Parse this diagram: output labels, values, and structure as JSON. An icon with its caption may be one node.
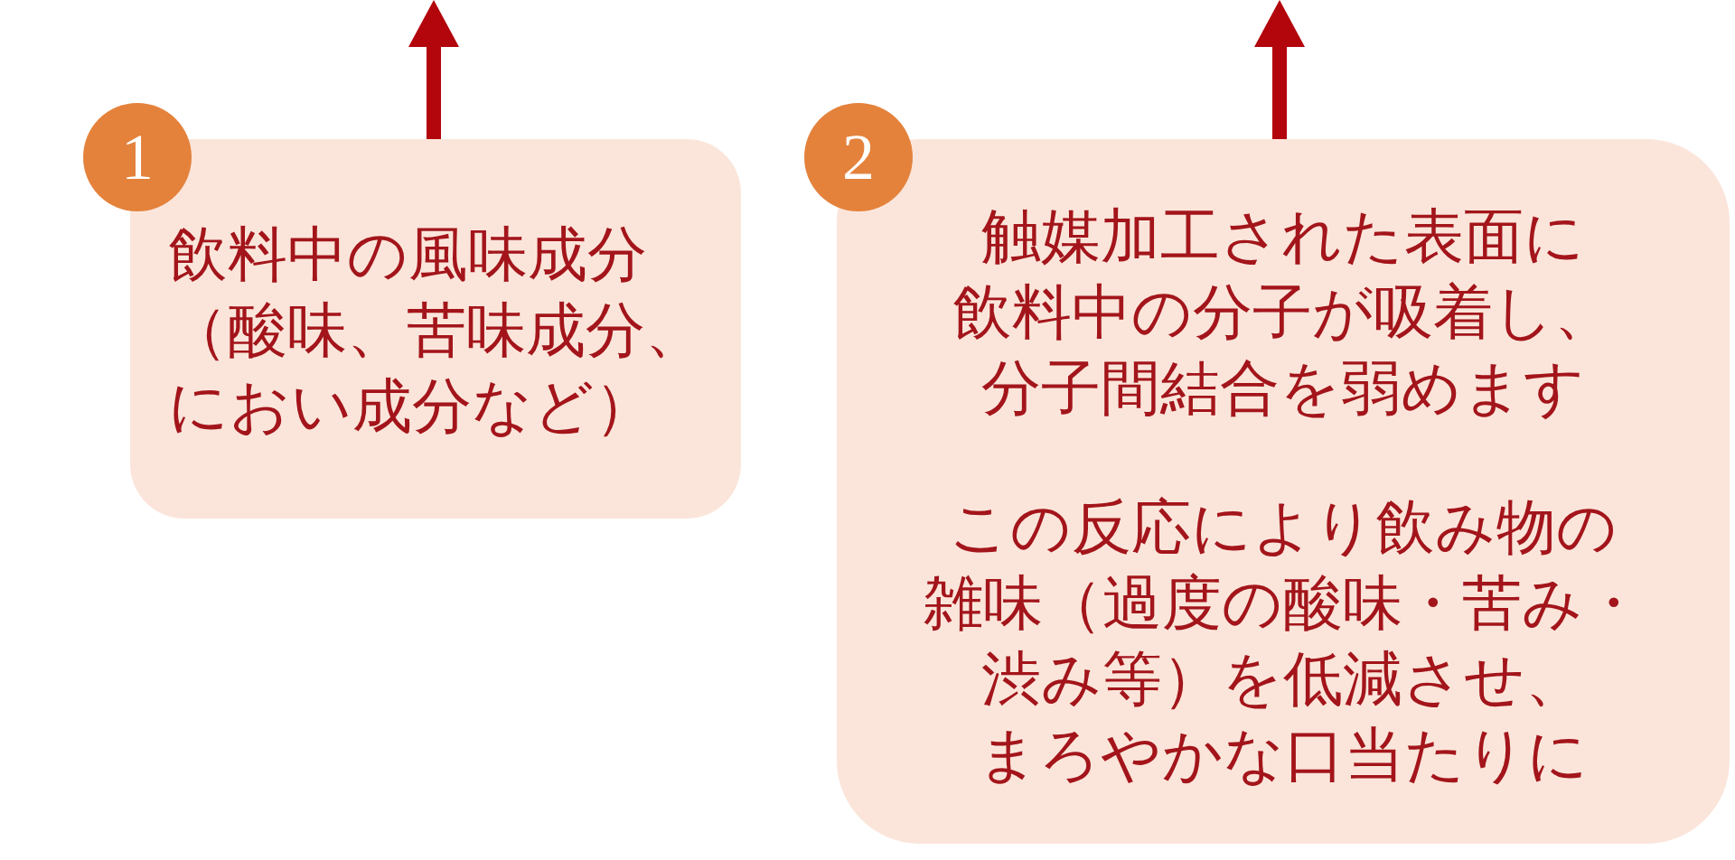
{
  "diagram": {
    "nodes": [
      {
        "text": [
          "1"
        ]
      },
      {
        "text": [
          "飲料中の風味成分（酸味、苦味成分、におい成分など）"
        ]
      },
      {
        "text": [
          "2"
        ]
      },
      {
        "text": [
          "触媒加工された表面に飲料中の分子が吸着し、分子間結合を弱めます",
          "この反応により飲み物の雑味（過度の酸味・苦み・渋み等）を低減させ、まろやかな口当たりに"
        ]
      }
    ],
    "edges": [
      {
        "from": 1,
        "to": null,
        "arrow": "to"
      },
      {
        "from": 3,
        "to": null,
        "arrow": "to"
      }
    ]
  }
}
